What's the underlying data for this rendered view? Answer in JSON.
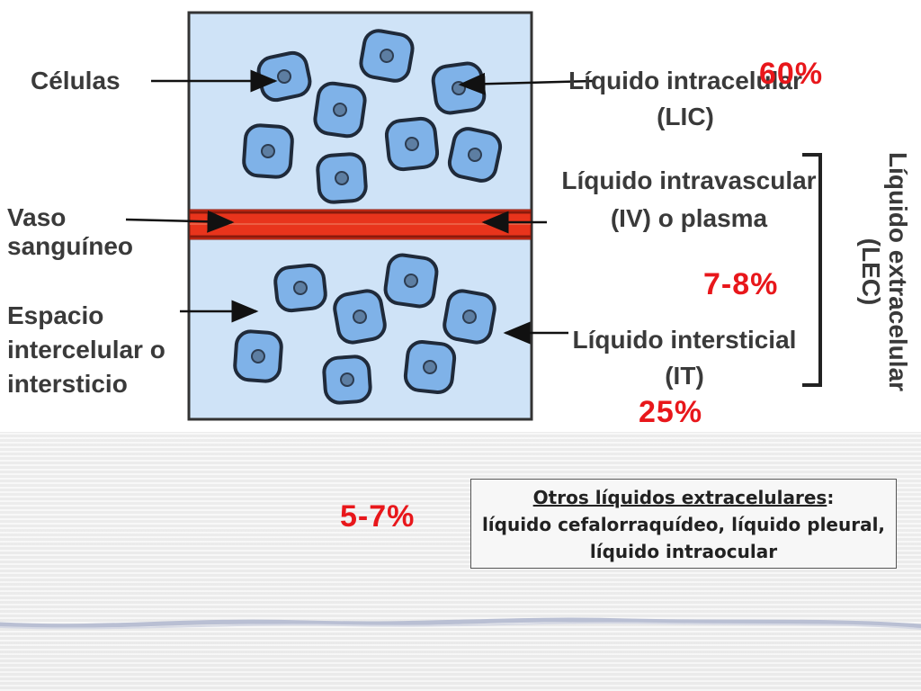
{
  "labels": {
    "cells": "Células",
    "vessel": "Vaso sanguíneo",
    "space": "Espacio intercelular o intersticio",
    "lic": "Líquido intracelular (LIC)",
    "iv": "Líquido intravascular (IV) o plasma",
    "it": "Líquido intersticial (IT)",
    "lec": "Líquido extracelular (LEC)"
  },
  "percentages": {
    "lic": "60%",
    "iv": "7-8%",
    "it": "25%",
    "other": "5-7%"
  },
  "note": {
    "title": "Otros líquidos extracelulares",
    "colon": ":",
    "body": "líquido cefalorraquídeo, líquido pleural, líquido intraocular"
  },
  "colors": {
    "compartment_fill": "#cfe3f7",
    "cell_fill": "#7fb2e8",
    "vessel_red": "#e8341c",
    "percent_red": "#e8171b"
  }
}
